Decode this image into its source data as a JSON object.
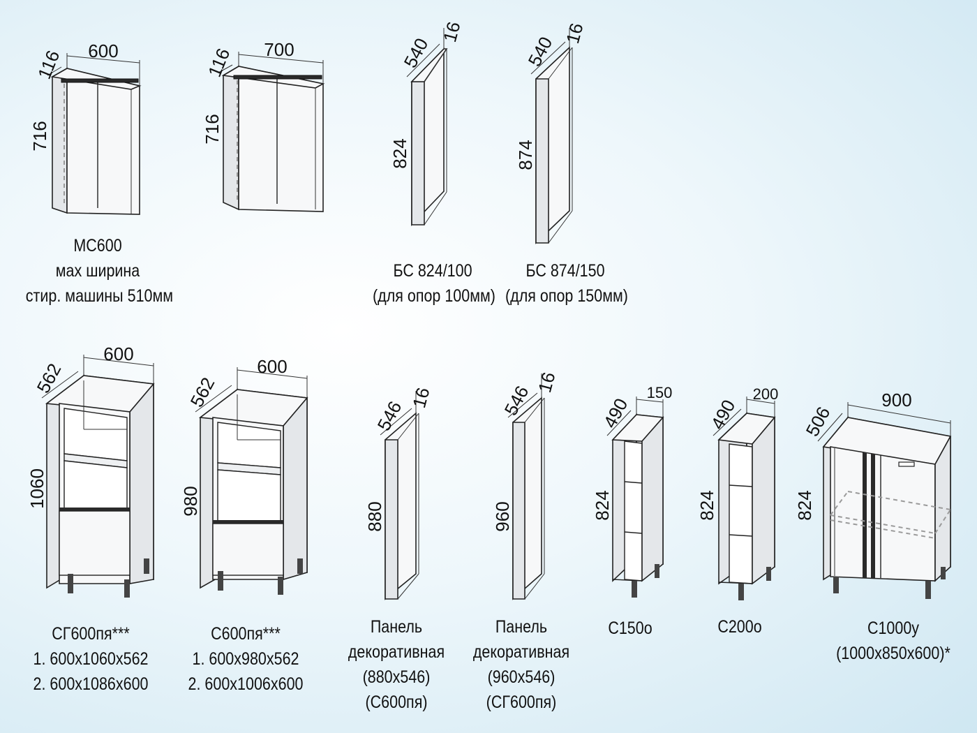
{
  "items": [
    {
      "id": "mc600",
      "caption": [
        "МС600",
        "мах ширина",
        "стир. машины 510мм"
      ],
      "dims": {
        "depth": "116",
        "width": "600",
        "height": "716"
      }
    },
    {
      "id": "mc700",
      "caption": [],
      "dims": {
        "depth": "116",
        "width": "700",
        "height": "716"
      }
    },
    {
      "id": "bs824",
      "caption": [
        "БС 824/100",
        "(для опор 100мм)"
      ],
      "dims": {
        "depth": "540",
        "thickness": "16",
        "height": "824"
      }
    },
    {
      "id": "bs874",
      "caption": [
        "БС 874/150",
        "(для опор 150мм)"
      ],
      "dims": {
        "depth": "540",
        "thickness": "16",
        "height": "874"
      }
    },
    {
      "id": "sg600",
      "caption": [
        "СГ600пя***",
        "1. 600х1060х562",
        "2. 600х1086х600"
      ],
      "dims": {
        "depth": "562",
        "width": "600",
        "height": "1060"
      }
    },
    {
      "id": "s600",
      "caption": [
        "С600пя***",
        "1. 600х980х562",
        "2. 600х1006х600"
      ],
      "dims": {
        "depth": "562",
        "width": "600",
        "height": "980"
      }
    },
    {
      "id": "panel880",
      "caption": [
        "Панель",
        "декоративная",
        "(880х546)",
        "(С600пя)"
      ],
      "dims": {
        "depth": "546",
        "thickness": "16",
        "height": "880"
      }
    },
    {
      "id": "panel960",
      "caption": [
        "Панель",
        "декоративная",
        "(960х546)",
        "(СГ600пя)"
      ],
      "dims": {
        "depth": "546",
        "thickness": "16",
        "height": "960"
      }
    },
    {
      "id": "s150",
      "caption": [
        "С150о"
      ],
      "dims": {
        "depth": "490",
        "width": "150",
        "height": "824"
      }
    },
    {
      "id": "s200",
      "caption": [
        "С200о"
      ],
      "dims": {
        "depth": "490",
        "width": "200",
        "height": "824"
      }
    },
    {
      "id": "s1000",
      "caption": [
        "С1000у",
        "(1000х850х600)*"
      ],
      "dims": {
        "depth": "506",
        "width": "900",
        "height": "824"
      }
    }
  ]
}
